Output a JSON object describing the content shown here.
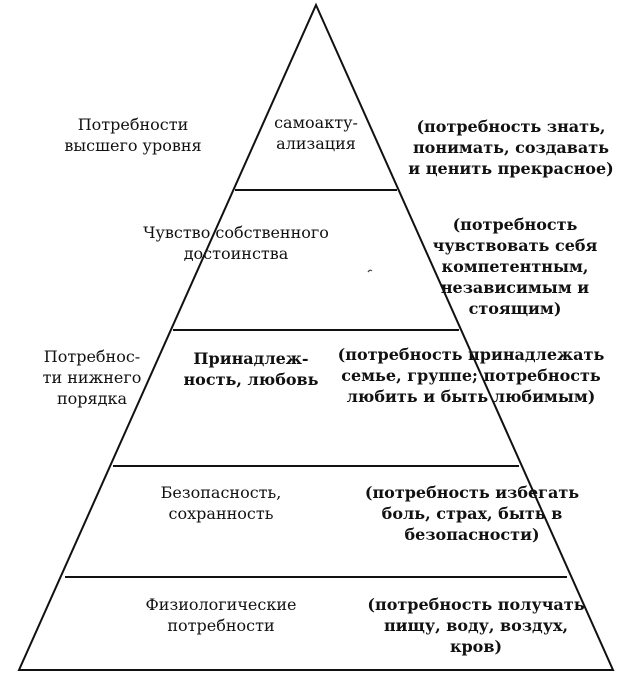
{
  "colors": {
    "ink": "#111111",
    "background": "#ffffff"
  },
  "left_labels": {
    "higher": [
      "Потребности",
      "высшего уровня"
    ],
    "lower": [
      "Потребнос-",
      "ти нижнего",
      "порядка"
    ]
  },
  "levels": [
    {
      "name": [
        "самоакту-",
        "ализация"
      ],
      "desc": [
        "(потребность знать,",
        "понимать, создавать",
        "и ценить прекрасное)"
      ]
    },
    {
      "name": [
        "Чувство собственного",
        "достоинства"
      ],
      "desc": [
        "(потребность",
        "чувствовать себя",
        "компетентным,",
        "независимым и",
        "стоящим)"
      ]
    },
    {
      "name": [
        "Принадлеж-",
        "ность, любовь"
      ],
      "desc": [
        "(потребность принадлежать",
        "семье, группе; потребность",
        "любить и быть любимым)"
      ]
    },
    {
      "name": [
        "Безопасность,",
        "сохранность"
      ],
      "desc": [
        "(потребность избегать",
        "боль, страх, быть в",
        "безопасности)"
      ]
    },
    {
      "name": [
        "Физиологические",
        "потребности"
      ],
      "desc": [
        "(потребность получать",
        "пищу, воду, воздух,",
        "кров)"
      ]
    }
  ]
}
